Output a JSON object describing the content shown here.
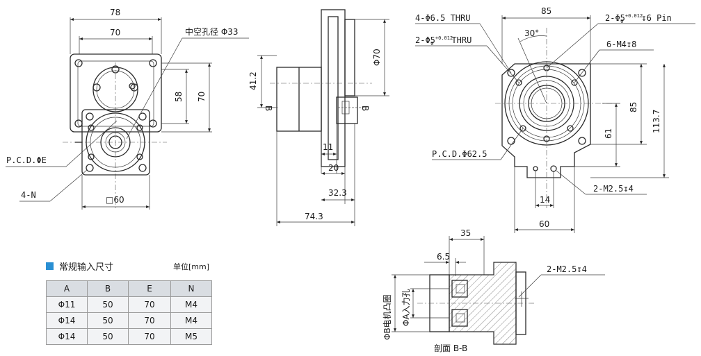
{
  "front_view": {
    "dim_width_outer": "78",
    "dim_width_inner": "70",
    "dim_height_58": "58",
    "dim_height_70": "70",
    "hollow_label": "中空孔径 Φ33",
    "pcd_label": "P.C.D.ΦE",
    "holes_label": "4-N",
    "square_label": "□60"
  },
  "side_view": {
    "dim_41_2": "41.2",
    "dim_phi70": "Φ70",
    "dim_11": "11",
    "dim_20": "20",
    "dim_32_3": "32.3",
    "dim_74_3": "74.3"
  },
  "right_view": {
    "dim_85_top": "85",
    "angle_30": "30°",
    "thru_holes": "4-Φ6.5 THRU",
    "pin_holes_thru": "2-Φ5",
    "pin_holes_thru_suffix": "THRU",
    "pin_holes_depth": "2-Φ5",
    "pin_holes_depth_suffix": "6 Pin",
    "tol_upper": "+0.012",
    "tol_lower": "0",
    "tapped_m4": "6-M4",
    "tapped_m4_depth": "8",
    "dim_85_side": "85",
    "dim_61": "61",
    "dim_113_7": "113.7",
    "pcd_62_5": "P.C.D.Φ62.5",
    "tapped_m2_5": "2-M2.5",
    "tapped_m2_5_depth": "4",
    "dim_14": "14",
    "dim_60": "60"
  },
  "section_view": {
    "dim_35": "35",
    "dim_6_5": "6.5",
    "tapped_m2_5": "2-M2.5",
    "tapped_m2_5_depth": "4",
    "label_phiB": "ΦB电机凸圈",
    "label_phiA": "ΦA入力孔",
    "section_title": "剖面 B-B"
  },
  "spec_table": {
    "title": "常规输入尺寸",
    "unit": "单位[mm]",
    "headers": [
      "A",
      "B",
      "E",
      "N"
    ],
    "rows": [
      [
        "Φ11",
        "50",
        "70",
        "M4"
      ],
      [
        "Φ14",
        "50",
        "70",
        "M4"
      ],
      [
        "Φ14",
        "50",
        "70",
        "M5"
      ]
    ]
  },
  "colors": {
    "accent_square": "#2a8fd3",
    "header_bg": "#d9dde2",
    "cell_bg": "#f2f3f5"
  }
}
